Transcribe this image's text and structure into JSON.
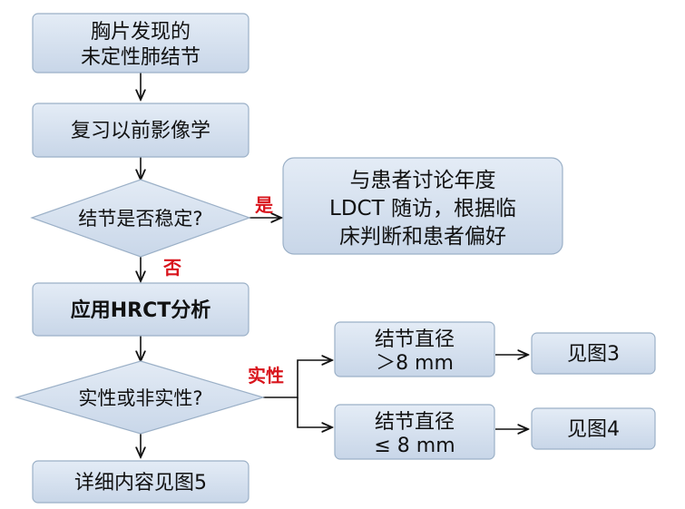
{
  "nodes": {
    "start": {
      "line1": "胸片发现的",
      "line2": "未定性肺结节"
    },
    "review": {
      "label": "复习以前影像学"
    },
    "stable_question": {
      "label": "结节是否稳定?"
    },
    "stable_yes": {
      "line1": "与患者讨论年度",
      "line2": "LDCT 随访，根据临",
      "line3": "床判断和患者偏好"
    },
    "hrct": {
      "label": "应用HRCT分析"
    },
    "solid_question": {
      "label": "实性或非实性?"
    },
    "large": {
      "line1": "结节直径",
      "line2": "＞8 mm"
    },
    "small": {
      "line1": "结节直径",
      "line2": "≤ 8 mm"
    },
    "fig3": {
      "label": "见图3"
    },
    "fig4": {
      "label": "见图4"
    },
    "details": {
      "label": "详细内容见图5"
    }
  },
  "edge_labels": {
    "yes": "是",
    "no": "否",
    "solid": "实性"
  },
  "colors": {
    "box_fill_top": "#e4ecf6",
    "box_fill_bottom": "#c8d6e8",
    "box_stroke": "#9bb0c7",
    "label_red": "#d9141c"
  }
}
